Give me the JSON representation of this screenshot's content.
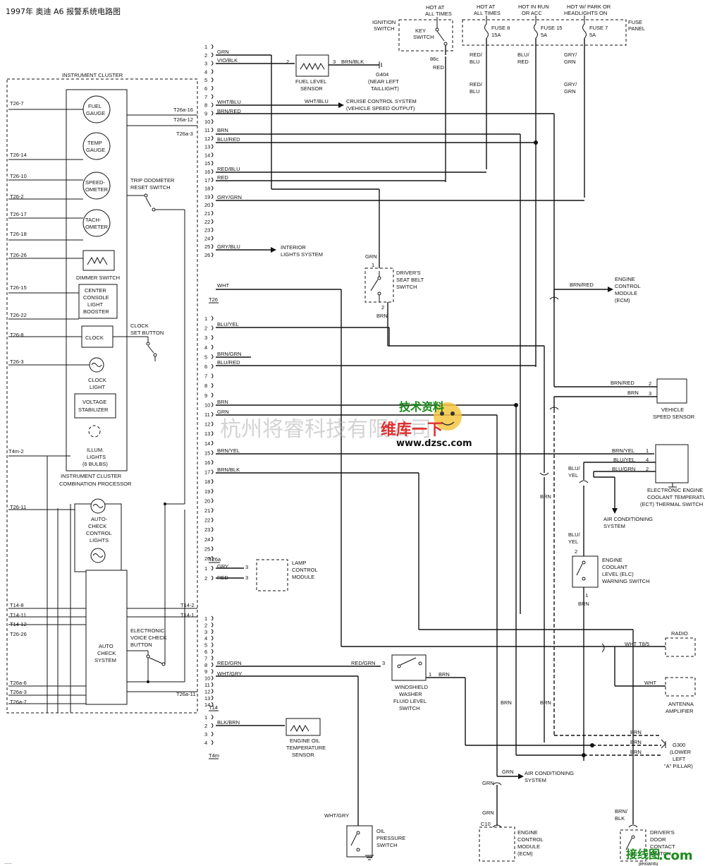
{
  "title": "1997年 奥迪 A6 报警系统电路图",
  "header": {
    "ignition_switch": "IGNITION SWITCH",
    "hot_at_all_times_top": "HOT AT ALL TIMES",
    "key_switch": "KEY SWITCH",
    "ignition_pin": "86c",
    "ignition_wire": "RED",
    "hot_at_all_times": "HOT AT ALL TIMES",
    "hot_in_run": "HOT IN RUN OR ACC",
    "hot_w_park": "HOT W/ PARK OR HEADLIGHTS ON",
    "fuse_panel": "FUSE PANEL",
    "fuse8": "FUSE 8",
    "fuse8_rating": "15A",
    "fuse15": "FUSE 15",
    "fuse15_rating": "5A",
    "fuse7": "FUSE 7",
    "fuse7_rating": "5A",
    "fuse8_wire": "RED/ BLU",
    "fuse15_wire": "BLU/ RED",
    "fuse7_wire": "GRY/ GRN"
  },
  "cluster": {
    "title": "INSTRUMENT CLUSTER",
    "processor": "INSTRUMENT CLUSTER COMBINATION PROCESSOR",
    "fuel_gauge": "FUEL GAUGE",
    "temp_gauge": "TEMP GAUGE",
    "speedometer": "SPEED- OMETER",
    "tachometer": "TACH- OMETER",
    "dimmer": "DIMMER SWITCH",
    "console_light": "CENTER CONSOLE LIGHT BOOSTER",
    "clock": "CLOCK",
    "clock_light": "CLOCK LIGHT",
    "voltage": "VOLTAGE STABILIZER",
    "illum": "ILLUM. LIGHTS (6 BULBS)",
    "trip_reset": "TRIP ODOMETER RESET SWITCH",
    "clock_set": "CLOCK SET BUTTON",
    "auto_check_lights": "AUTO- CHECK CONTROL LIGHTS",
    "auto_check_system": "AUTO CHECK SYSTEM",
    "voice_check": "ELECTRONIC VOICE CHECK BUTTON",
    "left_pins": [
      "T26-7",
      "T26-14",
      "T26-10",
      "T26-2",
      "T26-17",
      "T26-18",
      "T26-26",
      "T26-15",
      "T26-22",
      "T26-8",
      "T26-3",
      "T4m-2",
      "T26-11",
      "T14-8",
      "T14-11",
      "T14-12",
      "T26-26",
      "T26a-6",
      "T26a-3",
      "T26a-7"
    ],
    "right_pins": [
      "T26a-16",
      "T26a-12",
      "T26a-3",
      "T14-2",
      "T14-1",
      "T26a-11"
    ]
  },
  "connectors": {
    "t26": "T26",
    "t26a": "T26a",
    "t14": "T14",
    "t4m": "T4m"
  },
  "wires": {
    "w1_2": "GRN",
    "w1_3": "VIO/BLK",
    "w1_7": "WHT/BLU",
    "w1_8": "BRN/RED",
    "w1_10": "BRN",
    "w1_11": "BLU/RED",
    "w1_14": "RED/BLU",
    "w1_15": "RED",
    "w1_17": "GRY/GRN",
    "w1_22": "GRY/BLU",
    "w1_26": "WHT",
    "w2_3": "BLU/YEL",
    "w2_6": "BRN/GRN",
    "w2_7": "BLU/RED",
    "w2_11": "BRN",
    "w2_12": "GRN",
    "w2_16": "BRN/YEL",
    "w2_18": "BRN/BLK",
    "w3_1": "GRY",
    "w3_2": "RED",
    "w4_10": "RED/GRN",
    "w4_12": "WHT/GRY",
    "w5_2": "BLK/BRN"
  },
  "components": {
    "fuel_level_sensor": "FUEL LEVEL SENSOR",
    "g404": "G404 (NEAR LEFT TAILLIGHT)",
    "brn_blk": "BRN/BLK",
    "cruise": "CRUISE CONTROL SYSTEM (VEHICLE SPEED OUTPUT)",
    "interior": "INTERIOR LIGHTS SYSTEM",
    "seat_belt": "DRIVER'S SEAT BELT SWITCH",
    "grn": "GRN",
    "brn": "BRN",
    "ecm_top": "ENGINE CONTROL MODULE (ECM)",
    "vss": "VEHICLE SPEED SENSOR",
    "ect": "ELECTRONIC ENGINE COOLANT TEMPERATURE (ECT) THERMAL SWITCH",
    "ac_system": "AIR CONDITIONING SYSTEM",
    "elc": "ENGINE COOLANT LEVEL (ELC) WARNING SWITCH",
    "lamp_control": "LAMP CONTROL MODULE",
    "radio": "RADIO",
    "antenna": "ANTENNA AMPLIFIER",
    "washer": "WINDSHIELD WASHER FLUID LEVEL SWITCH",
    "g300": "G300 (LOWER LEFT \"A\" PILLAR)",
    "oil_temp": "ENGINE OIL TEMPERATURE SENSOR",
    "ac_system2": "AIR CONDITIONING SYSTEM",
    "ecm_bottom": "ENGINE CONTROL MODULE (ECM)",
    "c10": "C10",
    "oil_pressure": "OIL PRESSURE SWITCH",
    "wht_gry": "WHT/GRY",
    "door_contact": "DRIVER'S DOOR CONTACT SWITCH",
    "brn_blk2": "BRN/ BLK",
    "blu_yel": "BLU/ YEL",
    "brn_red": "BRN/RED",
    "brn_yel": "BRN/YEL",
    "blu_grn": "BLU/GRN",
    "wht": "WHT",
    "t8_5": "T8/5"
  },
  "watermark": {
    "company": "杭州将睿科技有限公司",
    "logo_text": "维库一下",
    "site": "www.dzsc.com",
    "brand": "技术资料",
    "jiexiantu": "接线图",
    "com": ".com",
    "jx_site": "jiexiantu"
  }
}
